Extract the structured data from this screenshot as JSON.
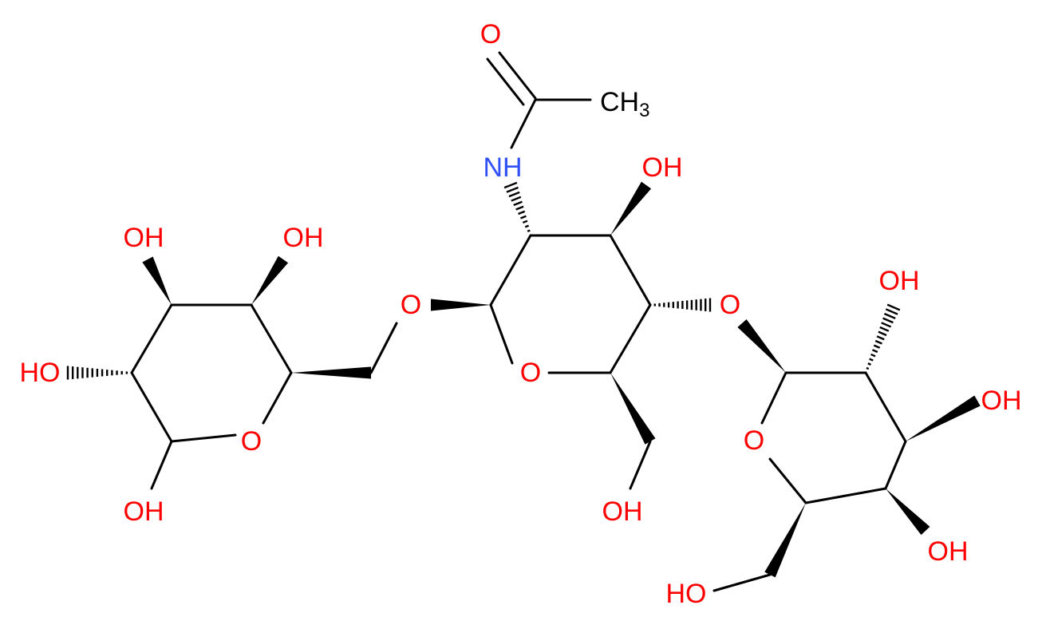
{
  "molecule": {
    "atom_labels": {
      "acetyl_O": "O",
      "methyl": "CH",
      "methyl_sub": "3",
      "nh": "NH",
      "oh_3": "OH",
      "o_glyco_left": "O",
      "o_glyco_right": "O",
      "ring_O_mid": "O",
      "ch2oh_mid": "OH",
      "left_ring_O": "O",
      "left_oh_top_left": "OH",
      "left_oh_top_right": "OH",
      "left_oh_left": "HO",
      "left_oh_bottom": "OH",
      "right_ring_O": "O",
      "right_oh_top": "OH",
      "right_oh_right": "OH",
      "right_oh_bottom": "OH",
      "right_ch2oh": "HO"
    },
    "colors": {
      "bond": "#000000",
      "oxygen": "#ff0000",
      "nitrogen": "#3050f8",
      "carbon": "#000000"
    }
  }
}
